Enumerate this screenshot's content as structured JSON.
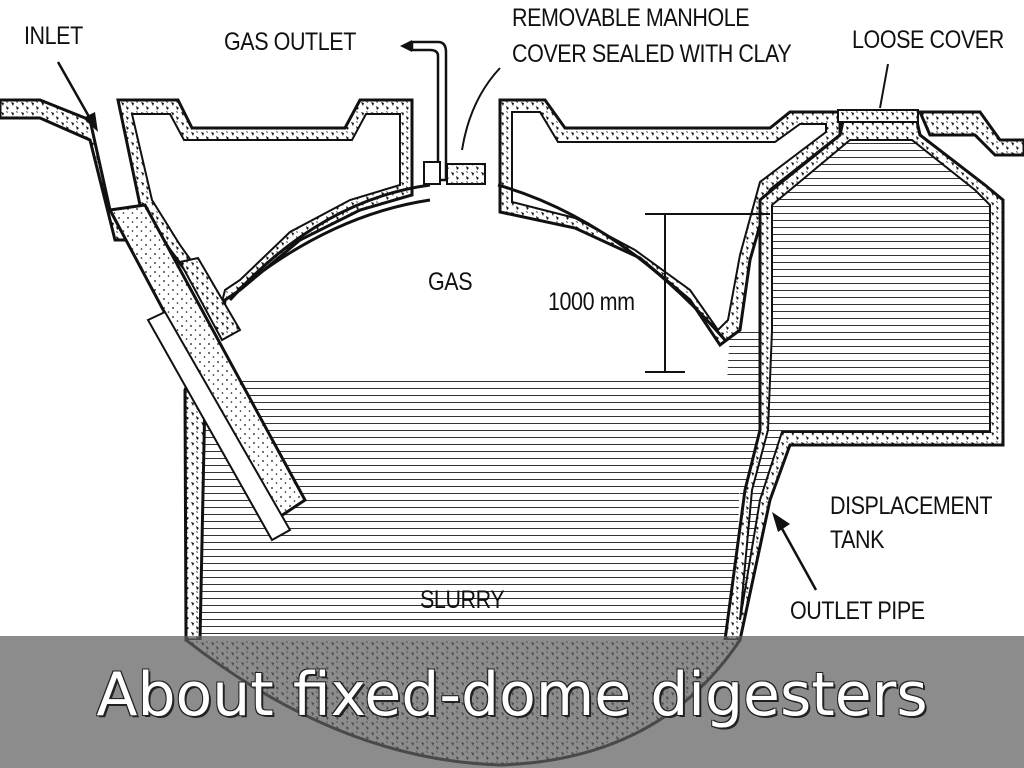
{
  "labels": {
    "inlet": "INLET",
    "gas_outlet": "GAS OUTLET",
    "manhole_line1": "REMOVABLE MANHOLE",
    "manhole_line2": "COVER SEALED WITH CLAY",
    "loose_cover": "LOOSE COVER",
    "gas": "GAS",
    "dimension": "1000 mm",
    "displacement_line1": "DISPLACEMENT",
    "displacement_line2": "TANK",
    "slurry": "SLURRY",
    "outlet_pipe": "OUTLET PIPE"
  },
  "caption": "About fixed-dome digesters",
  "colors": {
    "ink": "#111111",
    "band": "#5f5f5f",
    "caption_text": "#ffffff"
  }
}
